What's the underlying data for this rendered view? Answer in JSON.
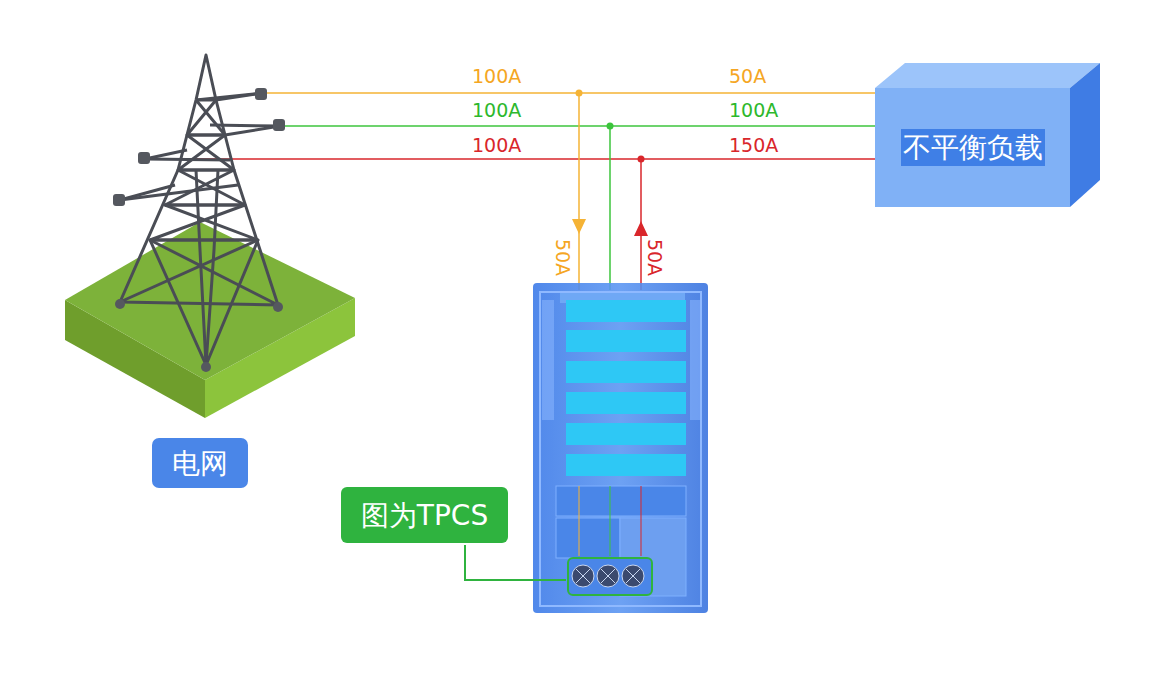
{
  "diagram": {
    "nodes": [
      {
        "text": [
          "不平衡负载"
        ]
      },
      {
        "text": [
          "电网"
        ]
      },
      {
        "text": [
          "图为TPCS"
        ]
      }
    ],
    "labels": [
      "100A",
      "100A",
      "100A",
      "50A",
      "100A",
      "150A",
      "50A",
      "50A"
    ]
  }
}
